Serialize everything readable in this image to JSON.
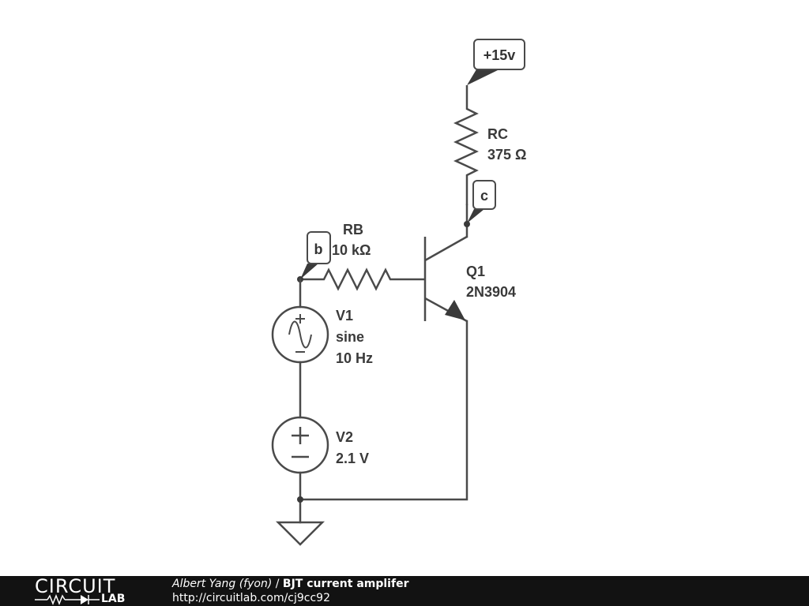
{
  "circuit": {
    "supply_label": "+15v",
    "node_c_label": "c",
    "node_b_label": "b",
    "rc": {
      "name": "RC",
      "value": "375 Ω"
    },
    "rb": {
      "name": "RB",
      "value": "10 kΩ"
    },
    "q1": {
      "name": "Q1",
      "part": "2N3904"
    },
    "v1": {
      "name": "V1",
      "type": "sine",
      "freq": "10 Hz"
    },
    "v2": {
      "name": "V2",
      "value": "2.1 V"
    }
  },
  "footer": {
    "logo_top": "CIRCUIT",
    "logo_bottom": "LAB",
    "author": "Albert Yang (fyon)",
    "separator": " / ",
    "title": "BJT current amplifer",
    "url": "http://circuitlab.com/cj9cc92"
  }
}
